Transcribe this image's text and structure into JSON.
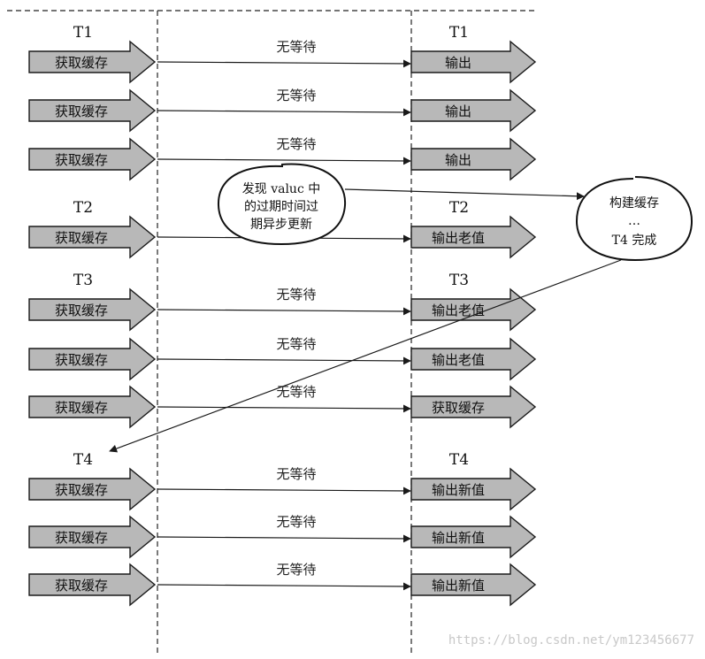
{
  "rows": [
    {
      "left_thread": "T1",
      "left_label": "获取缓存",
      "mid_label": "无等待",
      "right_thread": "T1",
      "right_label": "输出"
    },
    {
      "left_thread": "",
      "left_label": "获取缓存",
      "mid_label": "无等待",
      "right_thread": "",
      "right_label": "输出"
    },
    {
      "left_thread": "",
      "left_label": "获取缓存",
      "mid_label": "无等待",
      "right_thread": "",
      "right_label": "输出"
    },
    {
      "left_thread": "T2",
      "left_label": "获取缓存",
      "mid_label": "",
      "right_thread": "T2",
      "right_label": "输出老值"
    },
    {
      "left_thread": "T3",
      "left_label": "获取缓存",
      "mid_label": "无等待",
      "right_thread": "T3",
      "right_label": "输出老值"
    },
    {
      "left_thread": "",
      "left_label": "获取缓存",
      "mid_label": "无等待",
      "right_thread": "",
      "right_label": "输出老值"
    },
    {
      "left_thread": "",
      "left_label": "获取缓存",
      "mid_label": "无等待",
      "right_thread": "",
      "right_label": "获取缓存"
    },
    {
      "left_thread": "T4",
      "left_label": "获取缓存",
      "mid_label": "无等待",
      "right_thread": "T4",
      "right_label": "输出新值"
    },
    {
      "left_thread": "",
      "left_label": "获取缓存",
      "mid_label": "无等待",
      "right_thread": "",
      "right_label": "输出新值"
    },
    {
      "left_thread": "",
      "left_label": "获取缓存",
      "mid_label": "无等待",
      "right_thread": "",
      "right_label": "输出新值"
    }
  ],
  "note_expired": [
    "发现 valuc 中",
    "的过期时间过",
    "期异步更新"
  ],
  "note_rebuild": [
    "构建缓存",
    "…",
    "T4 完成"
  ],
  "watermark": "https://blog.csdn.net/ym123456677",
  "colors": {
    "arrow_fill": "#b8b8b8",
    "stroke": "#1a1a1a",
    "watermark": "#c8c8c8"
  }
}
